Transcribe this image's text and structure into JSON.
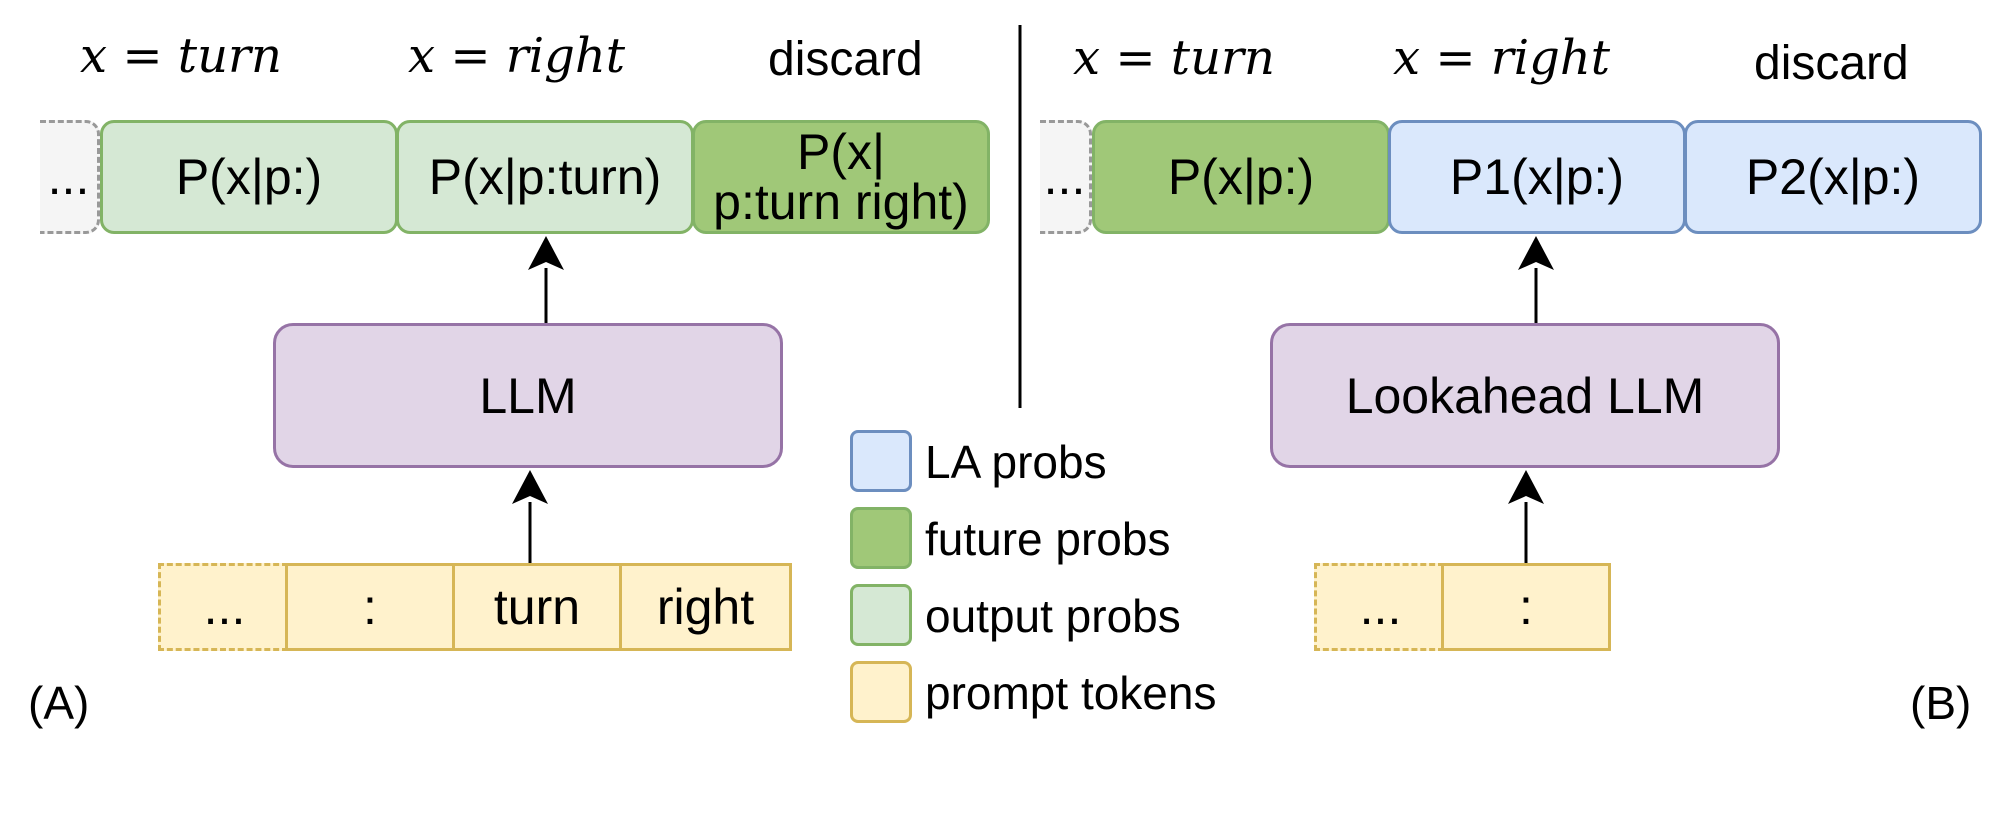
{
  "panel_a": {
    "label": "(A)",
    "header": {
      "col1": "x = turn",
      "col2": "x = right",
      "col3": "discard"
    },
    "outputs": {
      "ellipsis": "...",
      "out1": "P(x|p:)",
      "out2": "P(x|p:turn)",
      "out3_line1": "P(x|",
      "out3_line2": "p:turn right)"
    },
    "model": "LLM",
    "tokens": [
      "...",
      ":",
      "turn",
      "right"
    ]
  },
  "panel_b": {
    "label": "(B)",
    "header": {
      "col1": "x = turn",
      "col2": "x = right",
      "col3": "discard"
    },
    "outputs": {
      "ellipsis": "...",
      "out1": "P(x|p:)",
      "out2": "P1(x|p:)",
      "out3": "P2(x|p:)"
    },
    "model": "Lookahead LLM",
    "tokens": [
      "...",
      ":"
    ]
  },
  "legend": [
    {
      "label": "LA probs",
      "color": "#dae8fc",
      "border": "#6c8ebf"
    },
    {
      "label": "future probs",
      "color": "#a0c878",
      "border": "#82b366"
    },
    {
      "label": "output probs",
      "color": "#d5e8d4",
      "border": "#82b366"
    },
    {
      "label": "prompt tokens",
      "color": "#fff2cc",
      "border": "#d6b656"
    }
  ]
}
